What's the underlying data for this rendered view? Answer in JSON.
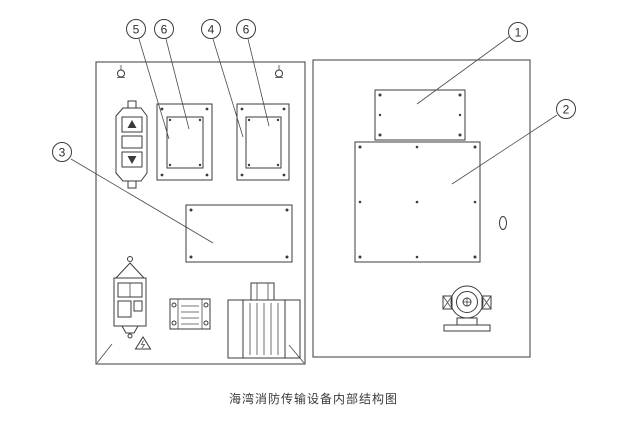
{
  "caption": "海湾消防传输设备内部结构图",
  "colors": {
    "line": "#3b3b3b",
    "background": "#ffffff"
  },
  "callouts": [
    {
      "label": "5"
    },
    {
      "label": "6"
    },
    {
      "label": "4"
    },
    {
      "label": "6"
    },
    {
      "label": "1"
    },
    {
      "label": "2"
    },
    {
      "label": "3"
    }
  ]
}
